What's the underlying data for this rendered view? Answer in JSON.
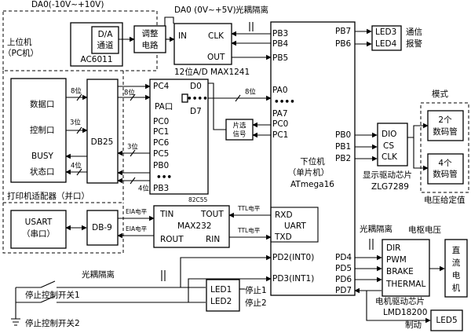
{
  "da0_range": "DA0(-10V~+10V)",
  "da0_label": "DA0  (0V~+5V)",
  "opto_top": "光耦隔离",
  "host_pc_line1": "上位机",
  "host_pc_line2": "（PC机）",
  "da_line1": "D/A",
  "da_line2": "通道",
  "ac6011": "AC6011",
  "adjust_line1": "调整",
  "adjust_line2": "电路",
  "adc_in": "IN",
  "adc_clk": "CLK",
  "adc_out": "OUT",
  "adc_title": "12位A/D MAX1241",
  "mcu_pins_left": [
    "PB3",
    "PB4",
    "PB5",
    "PA0",
    "PA7",
    "PC0",
    "PC1",
    "RXD",
    "UART",
    "TXD",
    "PD2(INT0)",
    "PD3(INT1)"
  ],
  "mcu_pins_right": [
    "PB7",
    "PB6",
    "PB0",
    "PB1",
    "PB2",
    "PD4",
    "PD5",
    "PD6",
    "PD7"
  ],
  "mcu_dots": "••••",
  "led34_line1": "LED3",
  "led34_line2": "LED4",
  "comm_alarm_line1": "通信",
  "comm_alarm_line2": "报警",
  "mode_title": "模式",
  "digit2_line1": "2个",
  "digit2_line2": "数码管",
  "digit4_line1": "4个",
  "digit4_line2": "数码管",
  "volt_set": "电压给定值",
  "zlg_pins": [
    "DIO",
    "CS",
    "CLK"
  ],
  "zlg_caption1": "显示驱动芯片",
  "zlg_caption2": "ZLG7289",
  "mcu_title1": "下位机",
  "mcu_title2": "（单片机）",
  "mcu_title3": "ATmega16",
  "data_port": "数据口",
  "ctrl_port": "控制口",
  "busy": "BUSY",
  "status_port": "状态口",
  "db25": "DB25",
  "bits_8a": "8位",
  "bits_3a": "3位",
  "bits_4a": "4位",
  "bits_8b": "8位",
  "bits_3b": "3位",
  "bits_4b": "4位",
  "bits_8c": "8位",
  "chip_pins_left": [
    "PC4",
    "PA口",
    "PC0",
    "PC1",
    "PC6",
    "PC5",
    "PB0",
    "PB3"
  ],
  "chip_dots": "•••",
  "chip_d0": "D0",
  "chip_d7": "D7",
  "chip_dots2": "••••",
  "chip_name": "82C55",
  "sel_line1": "片选",
  "sel_line2": "信号",
  "printer_adapter": "打印机适配器（并口）",
  "usart_line1": "USART",
  "usart_line2": "（串口）",
  "db9": "DB-9",
  "eia1": "EIA电平",
  "eia2": "EIA电平",
  "max232_pins": [
    "TIN",
    "TOUT",
    "ROUT",
    "RIN"
  ],
  "max232_name": "MAX232",
  "ttl1": "TTL电平",
  "ttl2": "TTL电平",
  "opto_mid": "光耦隔离",
  "motor_voltage": "电枢电压",
  "lmd_pins": [
    "DIR",
    "PWM",
    "BRAKE",
    "THERMAL"
  ],
  "dc_motor": [
    "直",
    "流",
    "电",
    "机"
  ],
  "motor_chip1": "电机驱动芯片",
  "motor_chip2": "LMD18200",
  "brake": "制动",
  "led5": "LED5",
  "opto_bot": "光耦隔离",
  "led1": "LED1",
  "led2": "LED2",
  "stop1": "停止1",
  "stop2": "停止2",
  "stop_switch1": "停止控制开关1",
  "stop_switch2": "停止控制开关2"
}
